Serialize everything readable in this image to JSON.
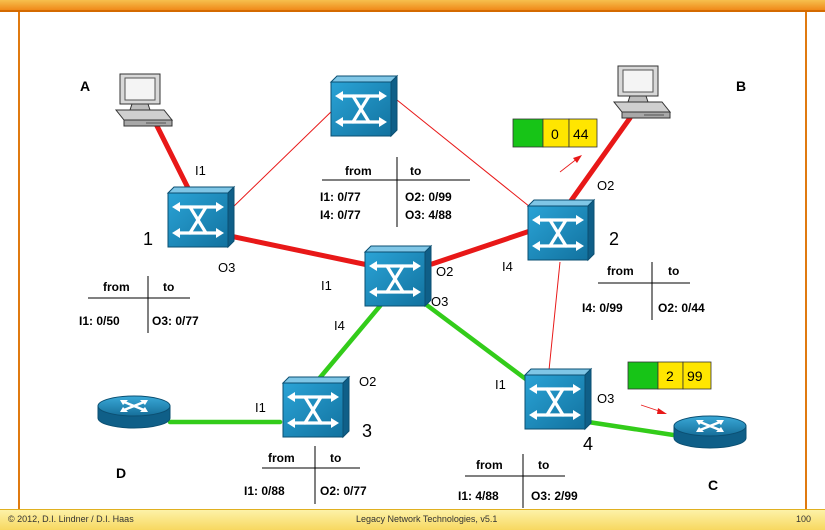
{
  "hosts": {
    "a": "A",
    "b": "B",
    "c": "C",
    "d": "D"
  },
  "switches": {
    "s1": "1",
    "s2": "2",
    "s3": "3",
    "s4": "4"
  },
  "ports": {
    "s1_i1": "I1",
    "s1_o3": "O3",
    "s2_o2": "O2",
    "s2_i4": "I4",
    "c_i1": "I1",
    "c_o2": "O2",
    "c_i4": "I4",
    "c_o3": "O3",
    "s3_o2": "O2",
    "s3_i1": "I1",
    "s4_i1": "I1",
    "s4_o3": "O3"
  },
  "tables": {
    "t1": {
      "from_header": "from",
      "to_header": "to",
      "from": "I1: 0/50",
      "to": "O3: 0/77"
    },
    "tc": {
      "from_header": "from",
      "to_header": "to",
      "from1": "I1: 0/77",
      "to1": "O2: 0/99",
      "from2": "I4: 0/77",
      "to2": "O3: 4/88"
    },
    "t2": {
      "from_header": "from",
      "to_header": "to",
      "from": "I4: 0/99",
      "to": "O2: 0/44"
    },
    "t3": {
      "from_header": "from",
      "to_header": "to",
      "from": "I1: 0/88",
      "to": "O2: 0/77"
    },
    "t4": {
      "from_header": "from",
      "to_header": "to",
      "from": "I1: 4/88",
      "to": "O3: 2/99"
    }
  },
  "frames": {
    "b": {
      "field1": "0",
      "field2": "44"
    },
    "c": {
      "field1": "2",
      "field2": "99"
    }
  },
  "footer": {
    "copyright": "© 2012, D.I. Lindner / D.I. Haas",
    "course": "Legacy Network Technologies, v5.1",
    "page": "100"
  },
  "colors": {
    "red_path": "#e81818",
    "green_path": "#33cc1a",
    "switch": "#1e8fc4",
    "frame_green": "#17c417",
    "frame_yellow": "#ffe600",
    "accent": "#f08a1a"
  }
}
